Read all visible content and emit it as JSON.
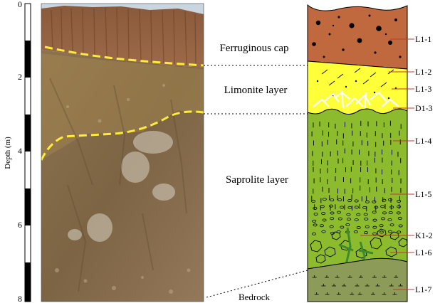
{
  "depth_axis": {
    "label": "Depth (m)",
    "ticks": [
      "0",
      "2",
      "4",
      "6",
      "8"
    ]
  },
  "layers": [
    {
      "name": "Ferruginous cap"
    },
    {
      "name": "Limonite layer"
    },
    {
      "name": "Saprolite layer"
    },
    {
      "name": "Bedrock"
    }
  ],
  "samples": [
    "L1-1",
    "L1-2",
    "L1-3",
    "D1-3",
    "L1-4",
    "L1-5",
    "K1-2",
    "L1-6",
    "L1-7"
  ],
  "colors": {
    "ferruginous": "#c0693e",
    "limonite": "#ffff3a",
    "saprolite": "#8dbb2e",
    "bedrock": "#8d9b58",
    "boundary": "#ffeb3b",
    "sample_line": "#c0392b"
  }
}
